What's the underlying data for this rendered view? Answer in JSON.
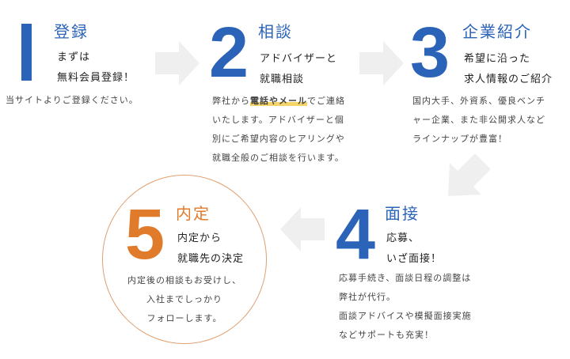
{
  "steps": [
    {
      "number": "1",
      "title": "登録",
      "sub": [
        "まずは",
        "無料会員登録！"
      ],
      "desc": [
        "当サイトよりご登録ください。"
      ]
    },
    {
      "number": "2",
      "title": "相談",
      "sub": [
        "アドバイザーと",
        "就職相談"
      ],
      "desc_pre": "弊社から",
      "desc_highlight": "電話やメール",
      "desc_post": "でご連絡",
      "desc": [
        "いたします。アドバイザーと個",
        "別にご希望内容のヒアリングや",
        "就職全般のご相談を行います。"
      ]
    },
    {
      "number": "3",
      "title": "企業紹介",
      "sub": [
        "希望に沿った",
        "求人情報のご紹介"
      ],
      "desc": [
        "国内大手、外資系、優良ベンチ",
        "ャー企業、また非公開求人など",
        "ラインナップが豊富！"
      ]
    },
    {
      "number": "4",
      "title": "面接",
      "sub": [
        "応募、",
        "いざ面接！"
      ],
      "desc": [
        "応募手続き、面談日程の調整は",
        "弊社が代行。",
        "面談アドバイスや模擬面接実施",
        "などサポートも充実！"
      ]
    },
    {
      "number": "5",
      "title": "内定",
      "sub": [
        "内定から",
        "就職先の決定"
      ],
      "desc": [
        "内定後の相談もお受けし、",
        "入社までしっかり",
        "フォローします。"
      ]
    }
  ],
  "colors": {
    "blue": "#2a63b8",
    "orange": "#e07b2c",
    "arrow": "#efefef",
    "highlight": "#f5d56a"
  }
}
